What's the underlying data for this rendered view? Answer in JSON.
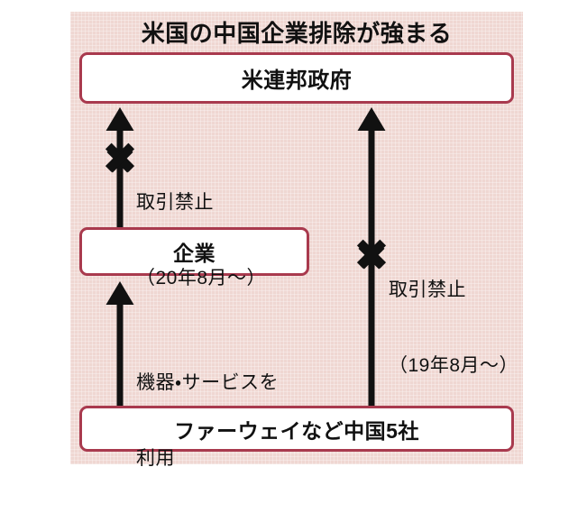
{
  "title": "米国の中国企業排除が強まる",
  "theme": {
    "panel_bg": "#efd7d2",
    "box_border": "#a93a4e",
    "box_fill": "#ffffff",
    "arrow_color": "#111111",
    "text_color": "#111111"
  },
  "nodes": {
    "federal": {
      "label": "米連邦政府"
    },
    "company": {
      "label": "企業"
    },
    "huawei": {
      "label": "ファーウェイなど中国5社"
    }
  },
  "edges": {
    "company_to_federal": {
      "label_line1": "取引禁止",
      "label_line2": "（20年8月〜）",
      "marker": "x-block-icon",
      "blocked": "true"
    },
    "huawei_to_federal": {
      "label_line1": "取引禁止",
      "label_line2": "（19年8月〜）",
      "marker": "x-block-icon",
      "blocked": "true"
    },
    "huawei_to_company": {
      "label_line1": "機器・サービスを",
      "label_line2": "利用",
      "marker": "none",
      "blocked": "false"
    }
  },
  "chart_data": {
    "type": "diagram",
    "title": "米国の中国企業排除が強まる",
    "nodes": [
      {
        "id": "federal",
        "label": "米連邦政府",
        "row": 0
      },
      {
        "id": "company",
        "label": "企業",
        "row": 1
      },
      {
        "id": "huawei",
        "label": "ファーウェイなど中国5社",
        "row": 2
      }
    ],
    "links": [
      {
        "from": "company",
        "to": "federal",
        "label": "取引禁止（20年8月〜）",
        "state": "blocked"
      },
      {
        "from": "huawei",
        "to": "federal",
        "label": "取引禁止（19年8月〜）",
        "state": "blocked"
      },
      {
        "from": "huawei",
        "to": "company",
        "label": "機器・サービスを利用",
        "state": "active"
      }
    ]
  }
}
